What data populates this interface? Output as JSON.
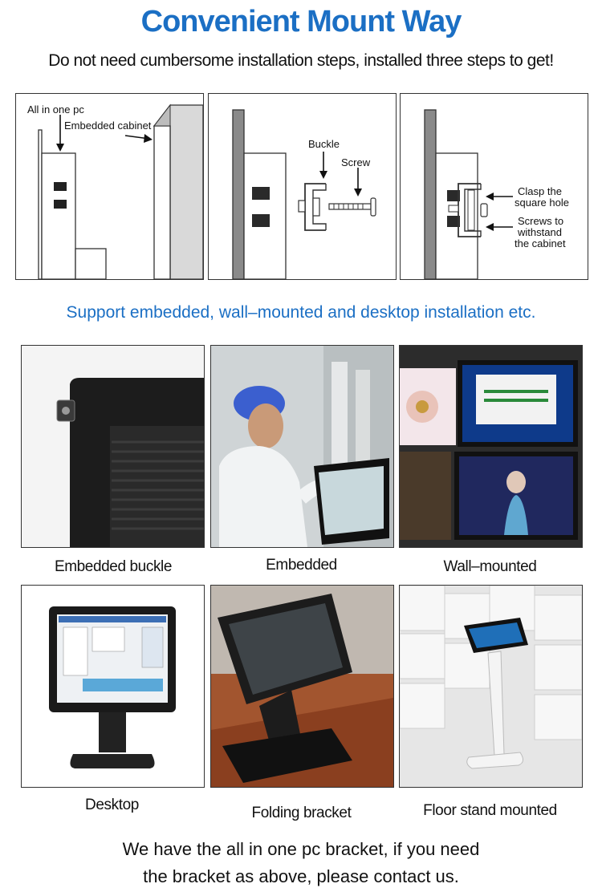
{
  "header": {
    "title": "Convenient Mount Way",
    "subtitle": "Do not need cumbersome installation steps, installed three steps to get!"
  },
  "steps": {
    "step1": {
      "label_pc": "All in one pc",
      "label_cabinet": "Embedded cabinet"
    },
    "step2": {
      "label_buckle": "Buckle",
      "label_screw": "Screw"
    },
    "step3": {
      "label_clasp_1": "Clasp the",
      "label_clasp_2": "square hole",
      "label_screws_1": "Screws to",
      "label_screws_2": "withstand",
      "label_screws_3": "the cabinet"
    }
  },
  "support_text": "Support embedded, wall–mounted and desktop installation etc.",
  "photos": [
    {
      "caption": "Embedded buckle"
    },
    {
      "caption": "Embedded"
    },
    {
      "caption": "Wall–mounted"
    },
    {
      "caption": "Desktop"
    },
    {
      "caption": "Folding bracket"
    },
    {
      "caption": "Floor stand mounted"
    }
  ],
  "footer": {
    "line1": "We have the all in one pc bracket, if you need",
    "line2": "the bracket as above, please contact us."
  },
  "colors": {
    "accent": "#1b6fc4",
    "panel_gray": "#8a8a8a",
    "cabinet_light": "#d9d9d9"
  }
}
